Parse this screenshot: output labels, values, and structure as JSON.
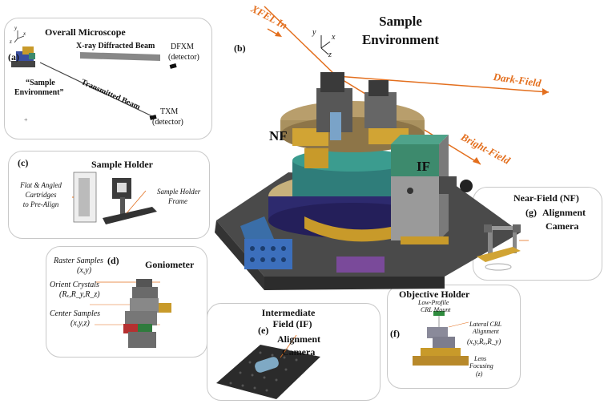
{
  "colors": {
    "beam": "#e36f1e",
    "beam_text": "#e36f1e",
    "panel_border": "#c8c8c8",
    "machine_dark": "#3b3b3b",
    "machine_gold": "#c89a2a",
    "machine_green": "#3d8a6d",
    "machine_blue": "#3a4fa0"
  },
  "panel_a": {
    "tag": "(a)",
    "title": "Overall Microscope",
    "diffracted_beam": "X-ray Diffracted Beam",
    "transmitted_beam": "Transmitted Beam",
    "dfxm": "DFXM",
    "dfxm_sub": "(detector)",
    "txm": "TXM",
    "txm_sub": "(detector)",
    "sample_env_1": "“Sample",
    "sample_env_2": "Environment”",
    "axis_x": "x",
    "axis_y": "y",
    "axis_z": "z"
  },
  "panel_b": {
    "tag": "(b)",
    "title_1": "Sample",
    "title_2": "Environment",
    "xfel_in": "XFEL In",
    "dark_field": "Dark-Field",
    "bright_field": "Bright-Field",
    "nf": "NF",
    "if": "IF",
    "axis_x": "x",
    "axis_y": "y",
    "axis_z": "z"
  },
  "panel_c": {
    "tag": "(c)",
    "title": "Sample Holder",
    "left_1": "Flat & Angled",
    "left_2": "Cartridges",
    "left_3": "to Pre-Align",
    "right_1": "Sample Holder",
    "right_2": "Frame"
  },
  "panel_d": {
    "tag": "(d)",
    "title": "Goniometer",
    "raster_1": "Raster Samples",
    "raster_2": "(x,y)",
    "orient_1": "Orient Crystals",
    "orient_2": "(Rₓ,R_y,R_z)",
    "center_1": "Center Samples",
    "center_2": "(x,y,z)"
  },
  "panel_e": {
    "tag": "(e)",
    "title_1": "Intermediate",
    "title_2": "Field (IF)",
    "title_3": "Alignment",
    "title_4": "Camera"
  },
  "panel_f": {
    "tag": "(f)",
    "title": "Objective Holder",
    "lowprofile_1": "Low-Profile",
    "lowprofile_2": "CRL Mount",
    "lateral_1": "Lateral CRL",
    "lateral_2": "Alignment",
    "lateral_3": "(x,y,Rₓ,R_y)",
    "lens_1": "Lens",
    "lens_2": "Focusing",
    "lens_3": "(z)"
  },
  "panel_g": {
    "tag": "(g)",
    "title_1": "Near-Field (NF)",
    "title_2": "Alignment",
    "title_3": "Camera"
  }
}
